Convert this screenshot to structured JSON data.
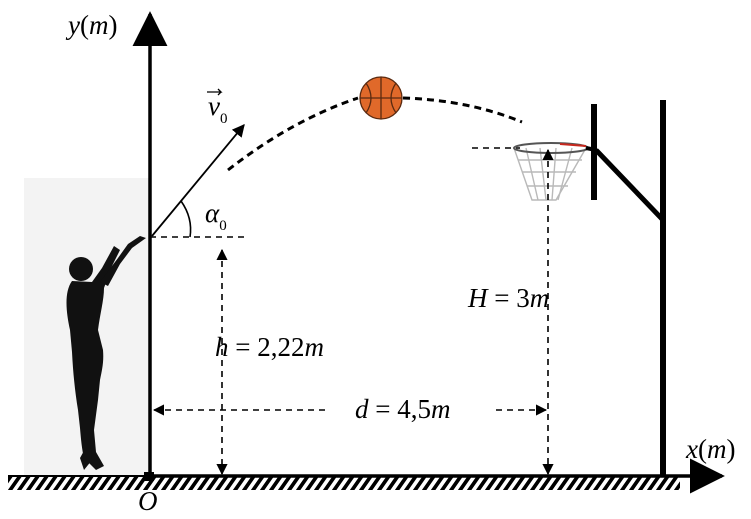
{
  "labels": {
    "y_axis_var": "y",
    "y_axis_unit": "m",
    "x_axis_var": "x",
    "x_axis_unit": "m",
    "origin": "O",
    "velocity": "v",
    "velocity_sub": "0",
    "angle": "α",
    "angle_sub": "0",
    "H_var": "H",
    "H_eq": " = 3",
    "H_unit": "m",
    "h_var": "h",
    "h_eq": " = 2,22",
    "h_unit": "m",
    "d_var": "d",
    "d_eq": " = 4,5",
    "d_unit": "m"
  },
  "quantities": {
    "H_m": 3,
    "h_m": 2.22,
    "d_m": 4.5
  },
  "colors": {
    "line": "#000000",
    "ball": "#e0692a",
    "ball_seam": "#5a2a10",
    "net": "#b9b9b9",
    "rim": "#c8281e",
    "player": "#111111",
    "shade": "#f4f4f4"
  }
}
